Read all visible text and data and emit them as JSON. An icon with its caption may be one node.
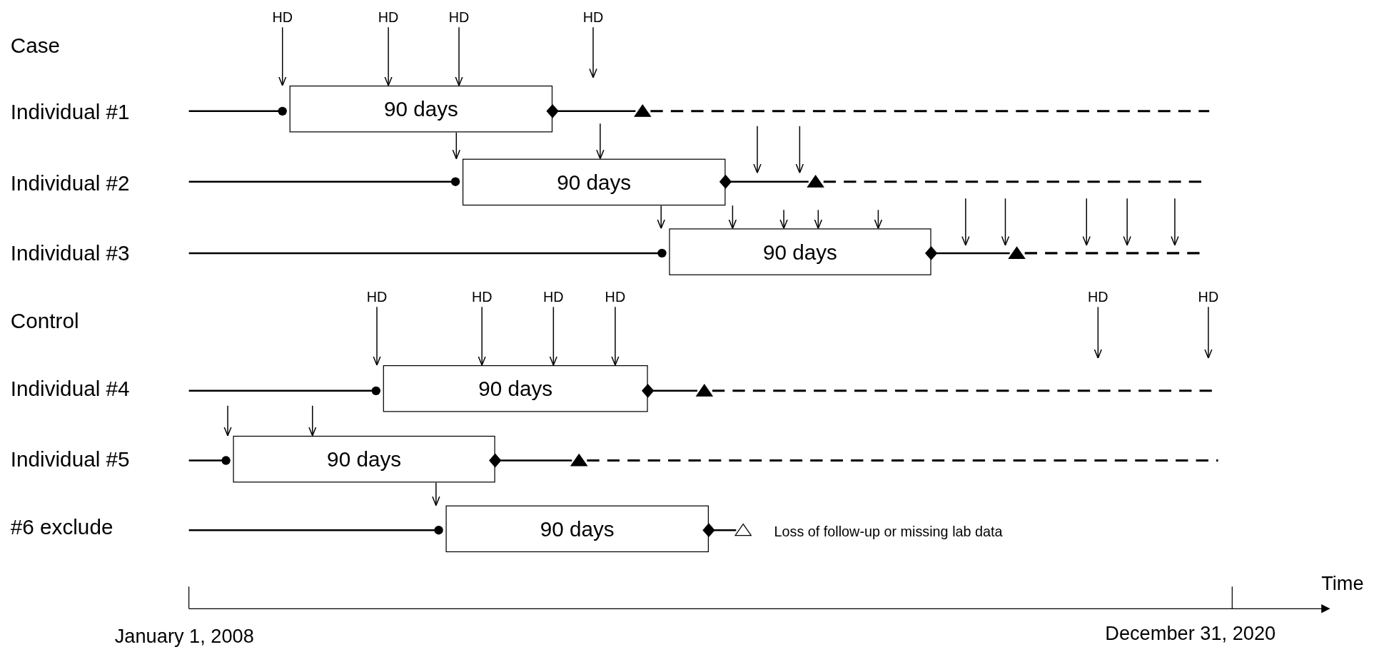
{
  "diagram": {
    "nodes": [
      {
        "text": [
          "HD"
        ]
      },
      {
        "text": [
          "HD"
        ]
      },
      {
        "text": [
          "HD"
        ]
      },
      {
        "text": [
          "HD"
        ]
      },
      {
        "text": [
          "90 days"
        ]
      },
      {
        "text": [
          "90 days"
        ]
      },
      {
        "text": [
          "90 days"
        ]
      },
      {
        "text": [
          "HD"
        ]
      },
      {
        "text": [
          "HD"
        ]
      },
      {
        "text": [
          "HD"
        ]
      },
      {
        "text": [
          "HD"
        ]
      },
      {
        "text": [
          "HD"
        ]
      },
      {
        "text": [
          "HD"
        ]
      },
      {
        "text": [
          "90 days"
        ]
      },
      {
        "text": [
          "90 days"
        ]
      },
      {
        "text": [
          "90 days"
        ]
      }
    ],
    "edges": [
      {
        "from": 0,
        "to": 4,
        "arrow": "to"
      },
      {
        "from": 1,
        "to": 4,
        "arrow": "to"
      },
      {
        "from": 2,
        "to": 4,
        "arrow": "to"
      },
      {
        "from": 3,
        "to": null,
        "arrow": "to"
      },
      {
        "from": 4,
        "to": 5,
        "arrow": "to"
      },
      {
        "from": null,
        "to": 5,
        "arrow": "to"
      },
      {
        "from": 5,
        "to": 6,
        "arrow": "to"
      },
      {
        "from": 5,
        "to": 6,
        "arrow": "to"
      },
      {
        "from": null,
        "to": 6,
        "arrow": "to"
      },
      {
        "from": null,
        "to": 6,
        "arrow": "to"
      },
      {
        "from": null,
        "to": 6,
        "arrow": "to"
      },
      {
        "from": 7,
        "to": 13,
        "arrow": "to"
      },
      {
        "from": 8,
        "to": 13,
        "arrow": "to"
      },
      {
        "from": 9,
        "to": 13,
        "arrow": "to"
      },
      {
        "from": 10,
        "to": 13,
        "arrow": "to"
      },
      {
        "from": 11,
        "to": null,
        "arrow": "to"
      },
      {
        "from": 12,
        "to": null,
        "arrow": "to"
      },
      {
        "from": null,
        "to": 14,
        "arrow": "to"
      },
      {
        "from": 14,
        "to": 15,
        "arrow": "to"
      },
      {
        "from": null,
        "to": 14,
        "arrow": "to"
      }
    ],
    "labels": [
      "Case",
      "Individual #1",
      "Individual #2",
      "Individual #3",
      "Control",
      "Individual #4",
      "Individual #5",
      "#6 exclude",
      "Loss of follow-up or missing lab data",
      "Time",
      "January 1, 2008",
      "December 31, 2020"
    ]
  }
}
